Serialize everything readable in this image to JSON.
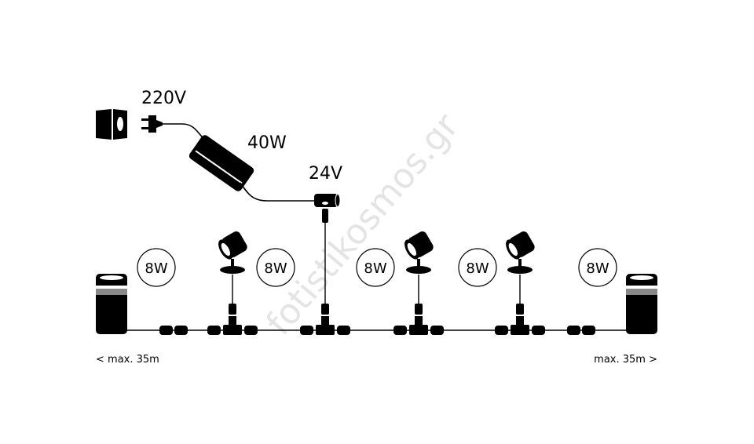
{
  "labels": {
    "mains_voltage": "220V",
    "transformer_power": "40W",
    "low_voltage": "24V",
    "max_left": "< max. 35m",
    "max_right": "max. 35m >"
  },
  "lights": [
    {
      "type": "bollard",
      "power": "8W"
    },
    {
      "type": "spotlight",
      "power": "8W"
    },
    {
      "type": "spotlight",
      "power": "8W"
    },
    {
      "type": "spotlight",
      "power": "8W"
    },
    {
      "type": "bollard",
      "power": "8W"
    }
  ],
  "watermark": "fotistikosmos.gr",
  "colors": {
    "ink": "#000000",
    "background": "#ffffff",
    "watermark": "#e4e4e4"
  }
}
